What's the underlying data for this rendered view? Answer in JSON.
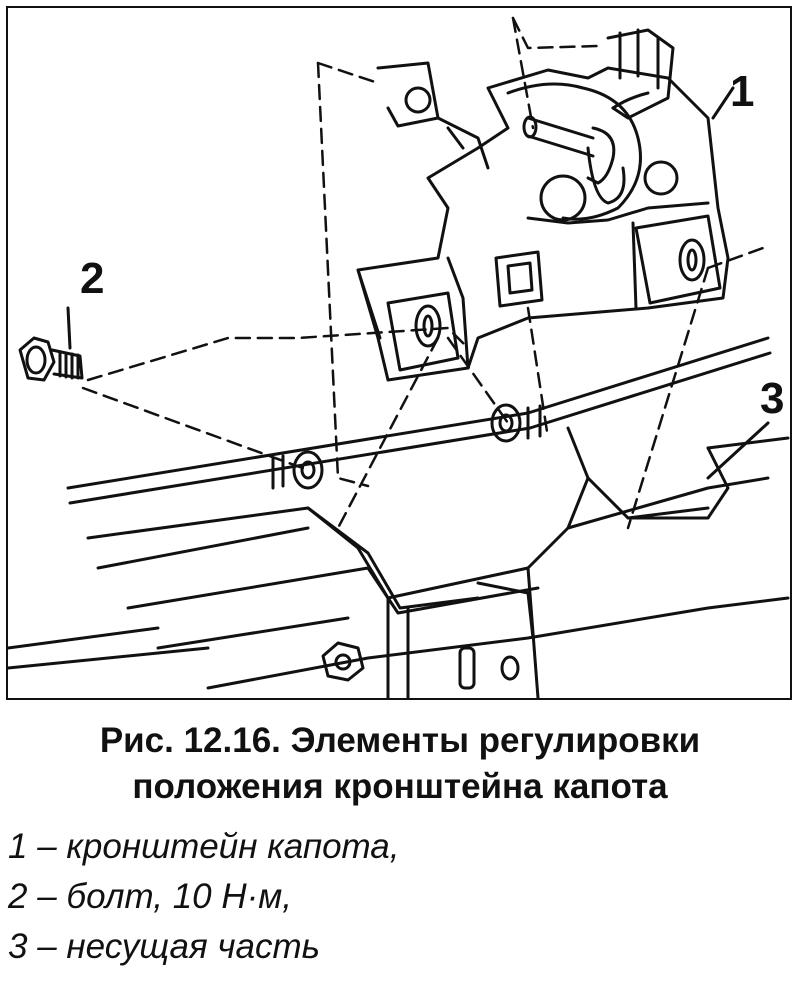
{
  "figure": {
    "callouts": [
      {
        "label": "1"
      },
      {
        "label": "2"
      },
      {
        "label": "3"
      }
    ]
  },
  "caption": {
    "line1": "Рис. 12.16. Элементы регулировки",
    "line2": "положения кронштейна капота"
  },
  "legend": [
    {
      "text": "1 – кронштейн капота,"
    },
    {
      "text": "2 – болт, 10 Н·м,"
    },
    {
      "text": "3 – несущая часть"
    }
  ]
}
